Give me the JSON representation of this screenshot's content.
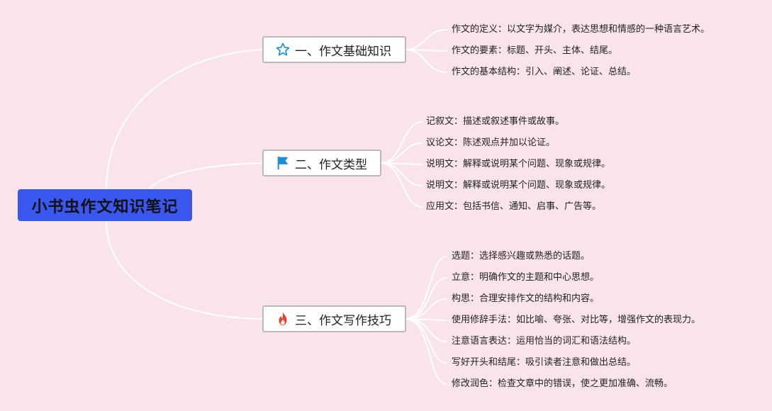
{
  "root": {
    "title": "小书虫作文知识笔记"
  },
  "branches": [
    {
      "label": "一、作文基础知识",
      "icon": "star-outline-icon",
      "icon_color": "#1a8fd6",
      "items": [
        "作文的定义：以文字为媒介，表达思想和情感的一种语言艺术。",
        "作文的要素：标题、开头、主体、结尾。",
        "作文的基本结构：引入、阐述、论证、总结。"
      ]
    },
    {
      "label": "二、作文类型",
      "icon": "flag-icon",
      "icon_color": "#1a8fd6",
      "items": [
        "记叙文：描述或叙述事件或故事。",
        "议论文：陈述观点并加以论证。",
        "说明文：解释或说明某个问题、现象或规律。",
        "说明文：解释或说明某个问题、现象或规律。",
        "应用文：包括书信、通知、启事、广告等。"
      ]
    },
    {
      "label": "三、作文写作技巧",
      "icon": "fire-icon",
      "icon_color": "#e8402a",
      "items": [
        "选题：选择感兴趣或熟悉的话题。",
        "立意：明确作文的主题和中心思想。",
        "构思：合理安排作文的结构和内容。",
        "使用修辞手法：如比喻、夸张、对比等，增强作文的表现力。",
        "注意语言表达：运用恰当的词汇和语法结构。",
        "写好开头和结尾：吸引读者注意和做出总结。",
        "修改润色：检查文章中的错误，使之更加准确、流畅。"
      ]
    }
  ],
  "colors": {
    "background": "#f9e4ea",
    "root_fill": "#3a57f0",
    "connector": "#ffffff",
    "branch_border": "#b9b9b9"
  }
}
